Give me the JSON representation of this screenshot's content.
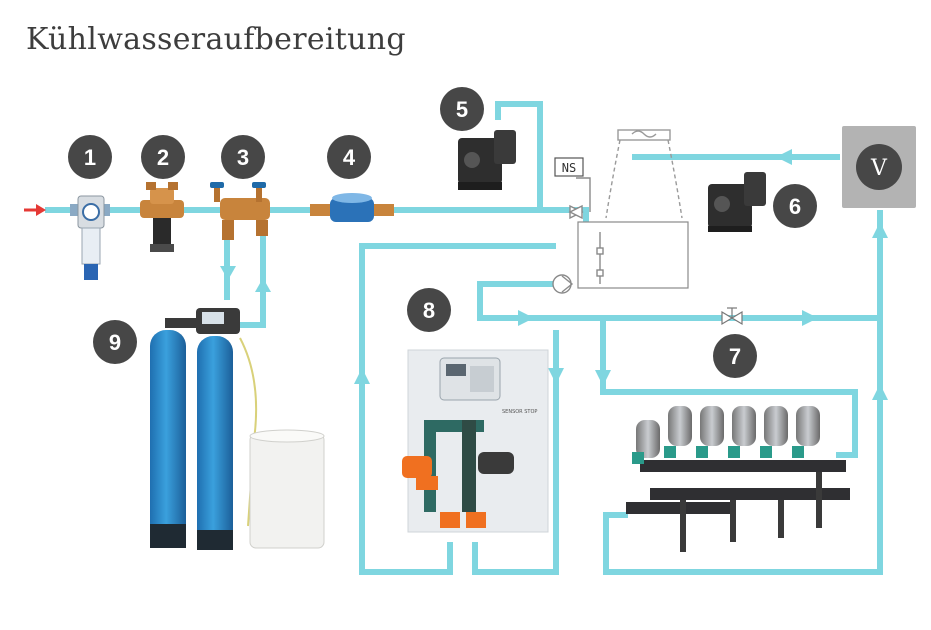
{
  "title": "Kühlwasseraufbereitung",
  "components": {
    "c1": {
      "number": "1",
      "name": "filter"
    },
    "c2": {
      "number": "2",
      "name": "pressure-reducer"
    },
    "c3": {
      "number": "3",
      "name": "backflow-valve"
    },
    "c4": {
      "number": "4",
      "name": "water-meter"
    },
    "c5": {
      "number": "5",
      "name": "dosing-pump"
    },
    "c6": {
      "number": "6",
      "name": "dosing-pump"
    },
    "c7": {
      "number": "7",
      "name": "disc-filter-battery"
    },
    "c8": {
      "number": "8",
      "name": "dosing-panel"
    },
    "c9": {
      "number": "9",
      "name": "water-softener"
    }
  },
  "labels": {
    "ns": "NS",
    "v": "V",
    "panel_tag": "SENSOR STOP"
  },
  "colors": {
    "pipe": "#7fd6e0",
    "badge": "#474747",
    "inlet_arrow": "#e53935",
    "v_box": "#b3b3b3",
    "softener_tank": "#2f8fd0",
    "brass": "#c8843c"
  }
}
